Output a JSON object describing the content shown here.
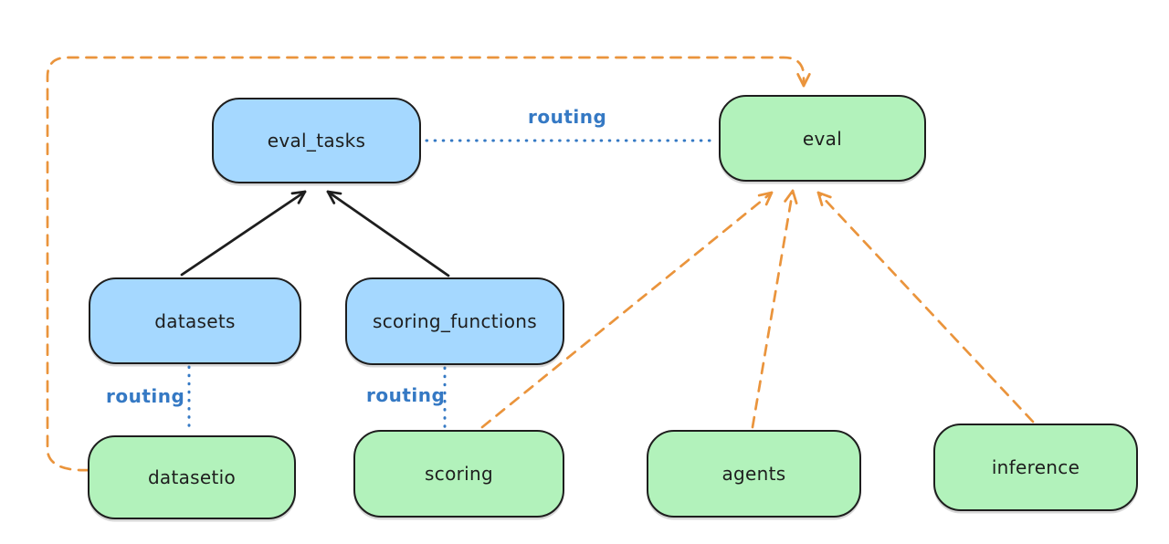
{
  "colors": {
    "ink": "#1e1e1e",
    "registry_fill": "#a5d8ff",
    "provider_fill": "#b2f2bb",
    "routing_blue": "#3579c4",
    "orange": "#ea943c"
  },
  "nodes": {
    "eval_tasks": {
      "label": "eval_tasks"
    },
    "eval": {
      "label": "eval"
    },
    "datasets": {
      "label": "datasets"
    },
    "scoring_functions": {
      "label": "scoring_functions"
    },
    "datasetio": {
      "label": "datasetio"
    },
    "scoring": {
      "label": "scoring"
    },
    "agents": {
      "label": "agents"
    },
    "inference": {
      "label": "inference"
    }
  },
  "edge_labels": {
    "routing_top": "routing",
    "routing_datasets": "routing",
    "routing_scoring": "routing"
  }
}
